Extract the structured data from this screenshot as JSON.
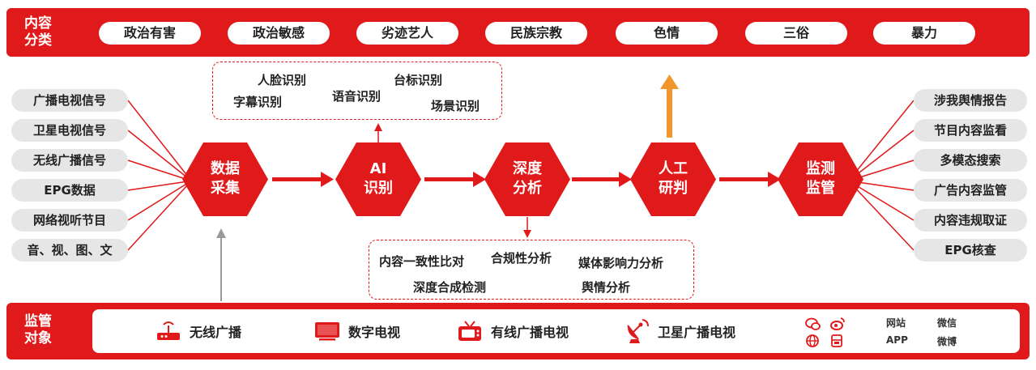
{
  "content_category": {
    "label": "内容\n分类",
    "items": [
      "政治有害",
      "政治敏感",
      "劣迹艺人",
      "民族宗教",
      "色情",
      "三俗",
      "暴力"
    ]
  },
  "sources": [
    "广播电视信号",
    "卫星电视信号",
    "无线广播信号",
    "EPG数据",
    "网络视听节目",
    "音、视、图、文"
  ],
  "flow": [
    {
      "label": "数据\n采集"
    },
    {
      "label": "AI\n识别"
    },
    {
      "label": "深度\n分析"
    },
    {
      "label": "人工\n研判"
    },
    {
      "label": "监测\n监管"
    }
  ],
  "ai_features": [
    "人脸识别",
    "台标识别",
    "字幕识别",
    "语音识别",
    "场景识别"
  ],
  "analysis_features": [
    "内容一致性比对",
    "合规性分析",
    "媒体影响力分析",
    "深度合成检测",
    "舆情分析"
  ],
  "outputs": [
    "涉我舆情报告",
    "节目内容监看",
    "多模态搜索",
    "广告内容监管",
    "内容违规取证",
    "EPG核查"
  ],
  "monitor_objects": {
    "label": "监管\n对象",
    "items": [
      {
        "label": "无线广播",
        "icon": "router-icon"
      },
      {
        "label": "数字电视",
        "icon": "tv-icon"
      },
      {
        "label": "有线广播电视",
        "icon": "retro-tv-icon"
      },
      {
        "label": "卫星广播电视",
        "icon": "satellite-dish-icon"
      }
    ],
    "web": [
      "网站",
      "微信",
      "APP",
      "微博"
    ]
  },
  "colors": {
    "primary": "#e0191a",
    "pill_gray": "#e6e6e6",
    "orange_arrow": "#f0962a",
    "gray_arrow": "#9a9a9a"
  }
}
